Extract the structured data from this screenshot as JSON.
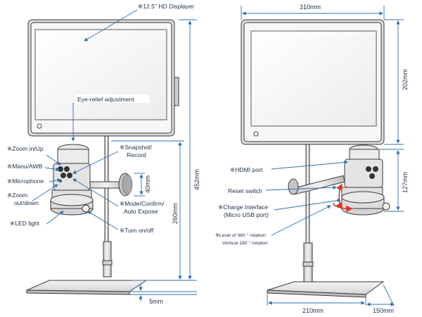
{
  "left_view": {
    "display_label": "※12.5\" HD Displayer",
    "eye_relief": "Eye-relief adjustment",
    "zoom": "※Zoom in/Up",
    "manu_awb": "※Manu/AWB",
    "microphone": "※Microphone",
    "zoom_out_l1": "※Zoom",
    "zoom_out_l2": "out/down",
    "led": "※LED light",
    "snapshot_l1": "※Snapshot/",
    "snapshot_l2": "Record",
    "mode_l1": "※Mode/Confirm/",
    "mode_l2": "Auto Expose",
    "turn_on": "※Turn on/off",
    "dim_40": "40mm",
    "dim_260": "260mm",
    "dim_452": "452mm",
    "dim_5": "5mm"
  },
  "right_view": {
    "dim_310": "310mm",
    "dim_202": "202mm",
    "dim_127": "127mm",
    "dim_210": "210mm",
    "dim_150": "150mm",
    "hdmi": "※HDMI port",
    "reset": "Reset switch",
    "charge_l1": "※Charge Interface",
    "charge_l2": "(Micro USB port)",
    "rotation_l1": "※Level of 360 ° rotation",
    "rotation_l2": "Vertical 180 ° rotation"
  },
  "colors": {
    "line": "#2f6fb0",
    "arrow": "#d43a2a",
    "stroke": "#3a3a3a"
  }
}
